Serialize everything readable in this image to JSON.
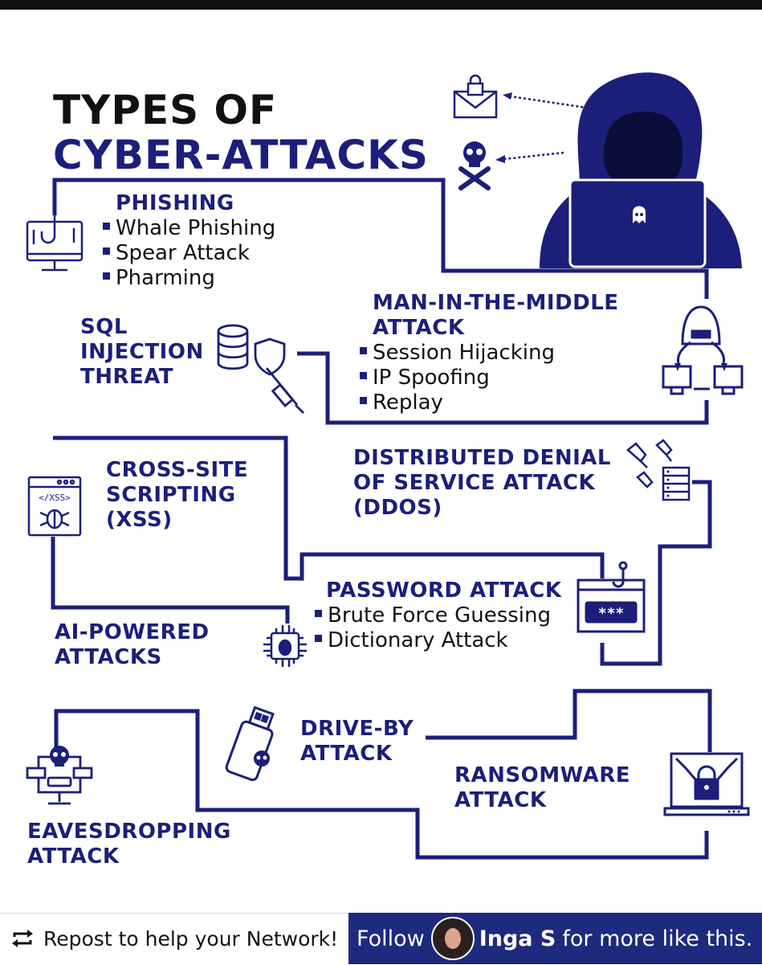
{
  "title": {
    "line1": "TYPES OF",
    "line2": "CYBER-ATTACKS"
  },
  "sections": {
    "phishing": {
      "heading": "PHISHING",
      "items": [
        "Whale Phishing",
        "Spear Attack",
        "Pharming"
      ]
    },
    "mitm": {
      "heading_l1": "MAN-IN-THE-MIDDLE",
      "heading_l2": "ATTACK",
      "items": [
        "Session Hijacking",
        "IP Spoofing",
        "Replay"
      ]
    },
    "sql": {
      "heading_l1": "SQL",
      "heading_l2": "INJECTION",
      "heading_l3": "THREAT"
    },
    "xss": {
      "heading_l1": "CROSS-SITE",
      "heading_l2": "SCRIPTING",
      "heading_l3": "(XSS)"
    },
    "ddos": {
      "heading_l1": "DISTRIBUTED DENIAL",
      "heading_l2": "OF SERVICE ATTACK",
      "heading_l3": "(DDOS)"
    },
    "password": {
      "heading": "PASSWORD ATTACK",
      "items": [
        "Brute Force Guessing",
        "Dictionary Attack"
      ],
      "mask": "***"
    },
    "ai": {
      "heading_l1": "AI-POWERED",
      "heading_l2": "ATTACKS"
    },
    "driveby": {
      "heading_l1": "DRIVE-BY",
      "heading_l2": "ATTACK"
    },
    "ransomware": {
      "heading_l1": "RANSOMWARE",
      "heading_l2": "ATTACK"
    },
    "eavesdropping": {
      "heading_l1": "EAVESDROPPING",
      "heading_l2": "ATTACK"
    }
  },
  "xss_icon_text": "</XSS>",
  "footer": {
    "repost": "Repost to help your Network!",
    "follow": "Follow",
    "name": "Inga S",
    "more": "for more like this."
  },
  "icons": [
    "envelope-lock-icon",
    "skull-crossbones-icon",
    "hacker-laptop-icon",
    "phishing-hook-monitor-icon",
    "database-shield-syringe-icon",
    "hacker-two-monitors-icon",
    "code-bug-window-icon",
    "bombs-server-icon",
    "password-window-icon",
    "ai-chip-bug-icon",
    "usb-skull-icon",
    "ransomware-laptop-lock-icon",
    "eavesdrop-monitor-skull-icon",
    "repost-icon"
  ],
  "colors": {
    "navy": "#1b1f7a",
    "footer_navy": "#1d2a7e",
    "black": "#111111"
  }
}
